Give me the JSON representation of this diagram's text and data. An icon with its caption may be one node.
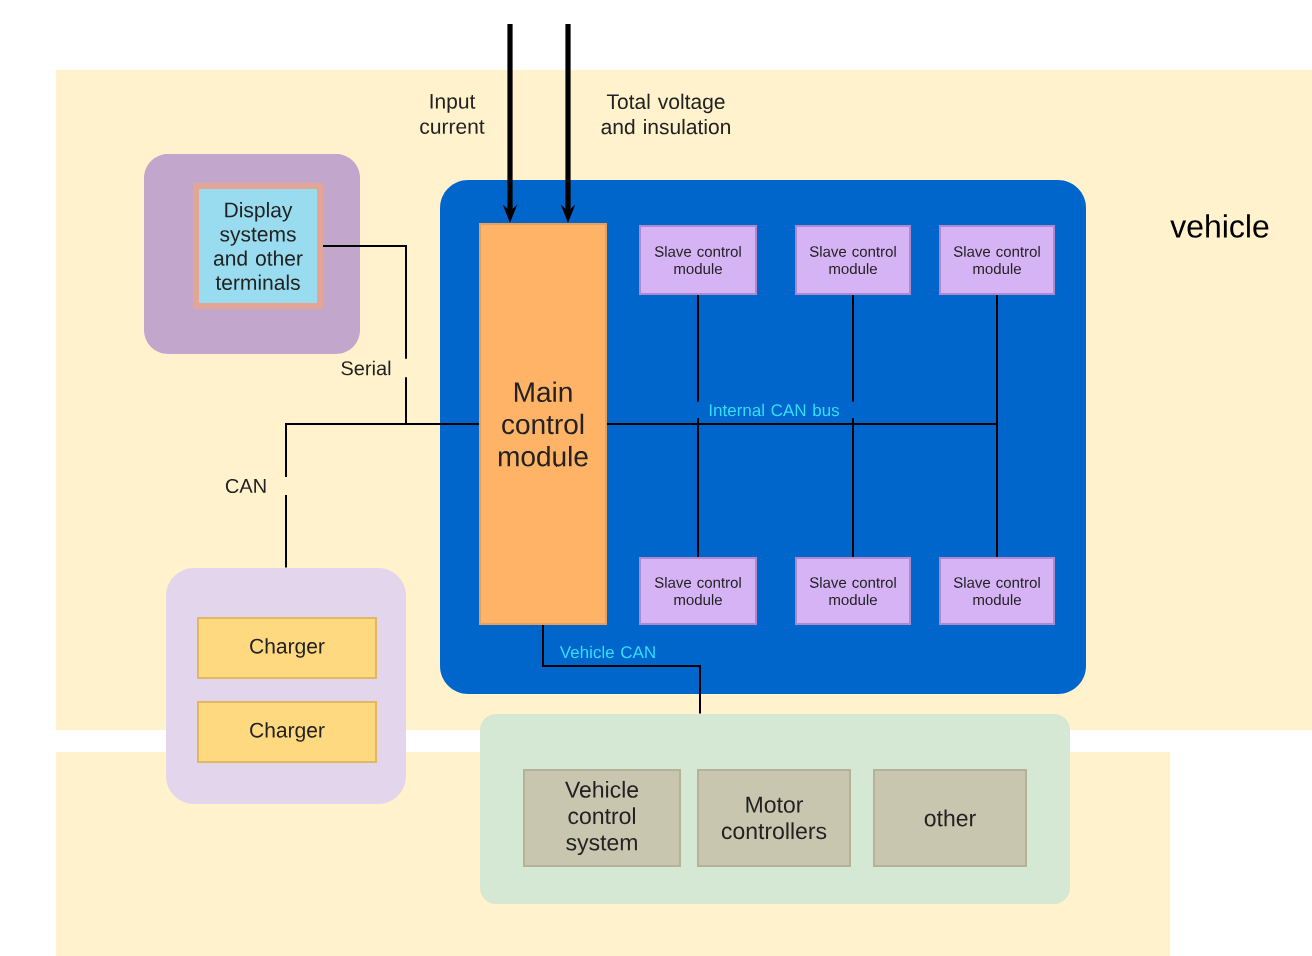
{
  "diagram": {
    "nodes": [
      {
        "text": [
          "vehicle"
        ]
      },
      {
        "text": [],
        "shape": "box",
        "in": 0
      },
      {
        "text": [
          "Display systems and other terminals"
        ],
        "in": 1
      },
      {
        "text": [],
        "shape": "box",
        "in": 0
      },
      {
        "text": [
          "Main control module"
        ],
        "in": 3
      },
      {
        "text": [
          "Slave control module"
        ],
        "in": 3
      },
      {
        "text": [
          "Slave control module"
        ],
        "in": 3
      },
      {
        "text": [
          "Slave control module"
        ],
        "in": 3
      },
      {
        "text": [
          "Slave control module"
        ],
        "in": 3
      },
      {
        "text": [
          "Slave control module"
        ],
        "in": 3
      },
      {
        "text": [
          "Slave control module"
        ],
        "in": 3
      },
      {
        "text": [],
        "shape": "box"
      },
      {
        "text": [
          "Charger"
        ]
      },
      {
        "text": [
          "Charger"
        ],
        "in": 11
      },
      {
        "text": [],
        "shape": "box"
      },
      {
        "text": [
          "Vehicle control system"
        ],
        "in": 14
      },
      {
        "text": [
          "Motor controllers"
        ],
        "in": 14
      },
      {
        "text": [
          "other"
        ],
        "in": 14
      }
    ],
    "edges": [
      {
        "from": null,
        "to": 4,
        "arrow": "to",
        "style": "thick",
        "label": "Input current"
      },
      {
        "from": null,
        "to": 4,
        "arrow": "to",
        "style": "thick",
        "label": "Total voltage and insulation"
      },
      {
        "from": 2,
        "to": 4,
        "arrow": "none",
        "label": "Serial"
      },
      {
        "from": 11,
        "to": 4,
        "arrow": "none",
        "label": "CAN"
      },
      {
        "from": 4,
        "to": 5,
        "arrow": "none",
        "label": "Internal CAN bus"
      },
      {
        "from": 4,
        "to": 6,
        "arrow": "none"
      },
      {
        "from": 4,
        "to": 7,
        "arrow": "none"
      },
      {
        "from": 4,
        "to": 8,
        "arrow": "none"
      },
      {
        "from": 4,
        "to": 9,
        "arrow": "none"
      },
      {
        "from": 4,
        "to": 10,
        "arrow": "none"
      },
      {
        "from": 4,
        "to": 14,
        "arrow": "none",
        "label": "Vehicle CAN"
      }
    ]
  }
}
